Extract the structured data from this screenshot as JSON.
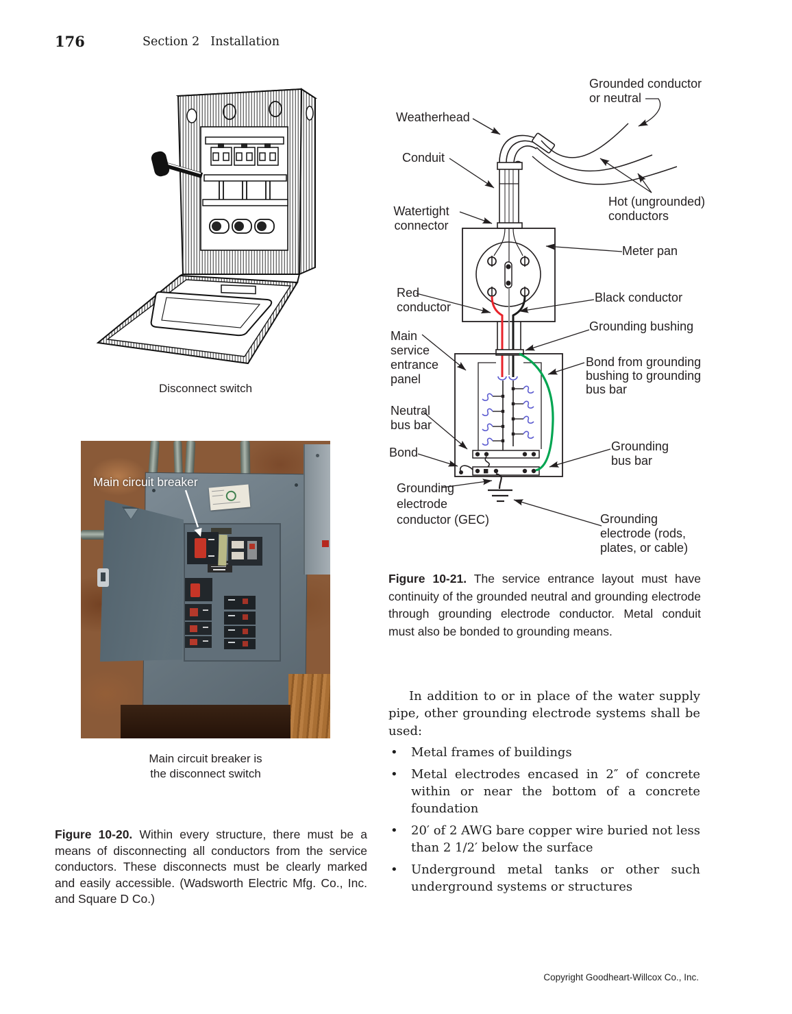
{
  "page": {
    "number": "176",
    "section_label": "Section 2",
    "section_name": "Installation",
    "copyright": "Copyright Goodheart-Willcox Co., Inc."
  },
  "figure_10_20": {
    "drawing_caption": "Disconnect switch",
    "photo_overlay_label": "Main circuit breaker",
    "photo_caption": "Main circuit breaker is\nthe disconnect switch",
    "caption_lead": "Figure 10-20.",
    "caption_text": " Within every structure, there must be a means of disconnecting all conductors from the service conductors. These disconnects must be clearly marked and easily accessible. (Wadsworth Electric Mfg. Co., Inc. and Square D Co.)"
  },
  "figure_10_21": {
    "caption_lead": "Figure 10-21.",
    "caption_text": " The service entrance layout must have continuity of the grounded neutral and grounding electrode through grounding electrode conductor. Metal conduit must also be bonded to grounding means.",
    "labels": {
      "grounded_conductor": "Grounded conductor\nor neutral",
      "weatherhead": "Weatherhead",
      "conduit": "Conduit",
      "watertight_connector": "Watertight\nconnector",
      "hot_conductors": "Hot (ungrounded)\nconductors",
      "meter_pan": "Meter pan",
      "red_conductor": "Red\nconductor",
      "black_conductor": "Black conductor",
      "grounding_bushing": "Grounding bushing",
      "main_service_panel": "Main\nservice\nentrance\npanel",
      "bond_from_bushing": "Bond from grounding\nbushing to grounding\nbus bar",
      "neutral_bus_bar": "Neutral\nbus bar",
      "bond": "Bond",
      "grounding_bus_bar": "Grounding\nbus bar",
      "gec": "Grounding\nelectrode\nconductor (GEC)",
      "grounding_electrode": "Grounding\nelectrode (rods,\nplates, or cable)"
    },
    "wire_colors": {
      "red_conductor": "#e8232a",
      "black_conductor": "#1a1a1a",
      "green_bond": "#00a551",
      "breaker_symbols_blue": "#5b5bd0"
    }
  },
  "body": {
    "intro": "In addition to or in place of the water supply pipe, other grounding electrode systems shall be used:",
    "bullets": [
      "Metal frames of buildings",
      "Metal electrodes encased in 2″ of concrete within or near the bottom of a concrete foundation",
      "20′ of 2 AWG bare copper wire buried not less than 2 1/2′ below the surface",
      "Underground metal tanks or other such underground systems or structures"
    ]
  }
}
